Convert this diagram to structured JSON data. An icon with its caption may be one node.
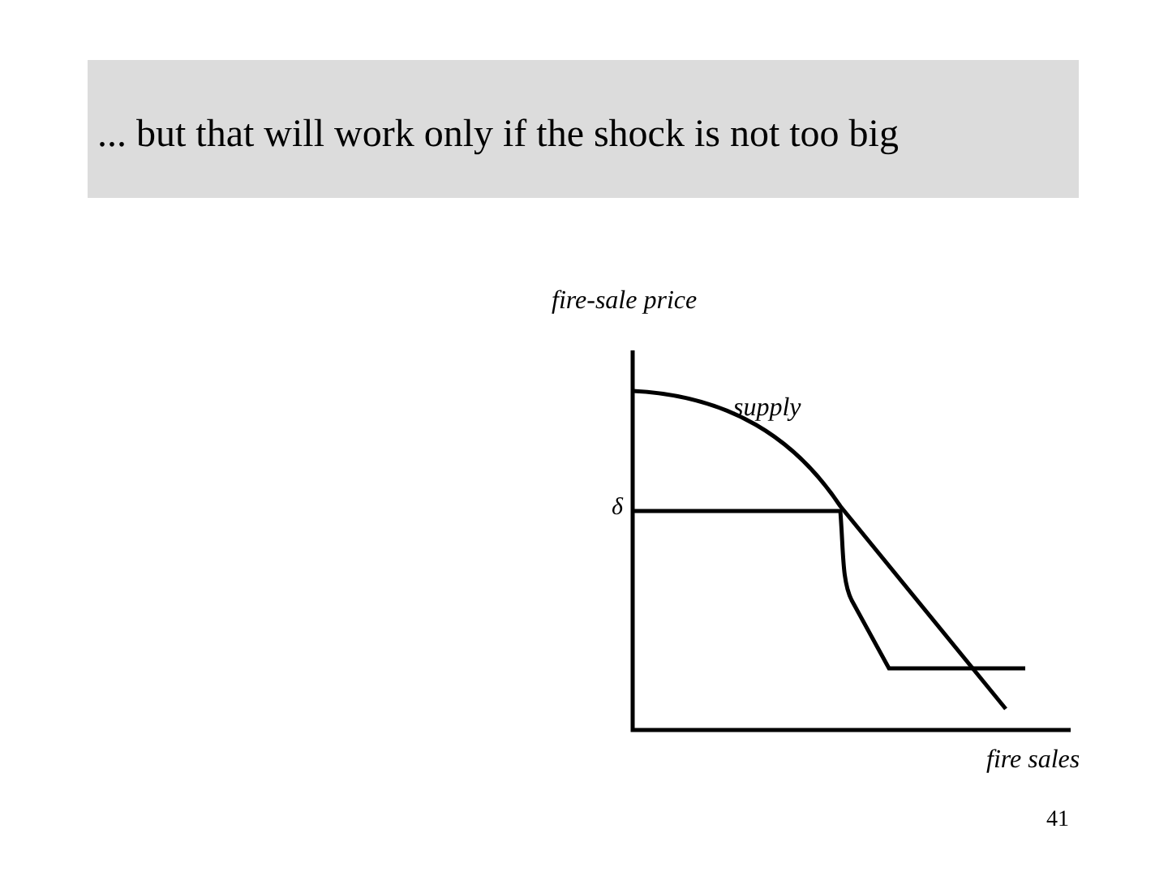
{
  "diagram": {
    "title": "... but that will work only if the shock is not too big",
    "labels": [
      "fire-sale price",
      "supply",
      "δ",
      "fire sales",
      "41"
    ]
  }
}
